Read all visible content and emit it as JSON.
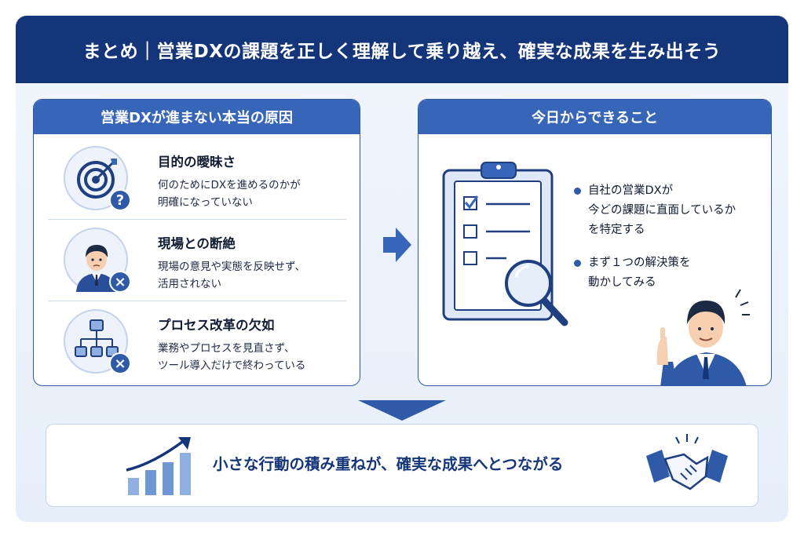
{
  "header": {
    "title": "まとめ｜営業DXの課題を正しく理解して乗り越え、確実な成果を生み出そう"
  },
  "causes_panel": {
    "title": "営業DXが進まない本当の原因",
    "items": [
      {
        "title": "目的の曖昧さ",
        "desc_line1": "何のためにDXを進めるのかが",
        "desc_line2": "明確になっていない",
        "icon": "target-icon",
        "badge": "?"
      },
      {
        "title": "現場との断絶",
        "desc_line1": "現場の意見や実態を反映せず、",
        "desc_line2": "活用されない",
        "icon": "person-icon",
        "badge": "×"
      },
      {
        "title": "プロセス改革の欠如",
        "desc_line1": "業務やプロセスを見直さず、",
        "desc_line2": "ツール導入だけで終わっている",
        "icon": "process-flow-icon",
        "badge": "×"
      }
    ]
  },
  "actions_panel": {
    "title": "今日からできること",
    "bullets": [
      {
        "lines": [
          "自社の営業DXが",
          "今どの課題に直面しているか",
          "を特定する"
        ]
      },
      {
        "lines": [
          "まず１つの解決策を",
          "動かしてみる"
        ]
      }
    ]
  },
  "footer": {
    "message": "小さな行動の積み重ねが、確実な成果へとつながる"
  },
  "colors": {
    "primary_dark": "#15357a",
    "primary": "#2f5aa8",
    "panel_head": "#3766b8",
    "background": "#eaf0fa"
  }
}
